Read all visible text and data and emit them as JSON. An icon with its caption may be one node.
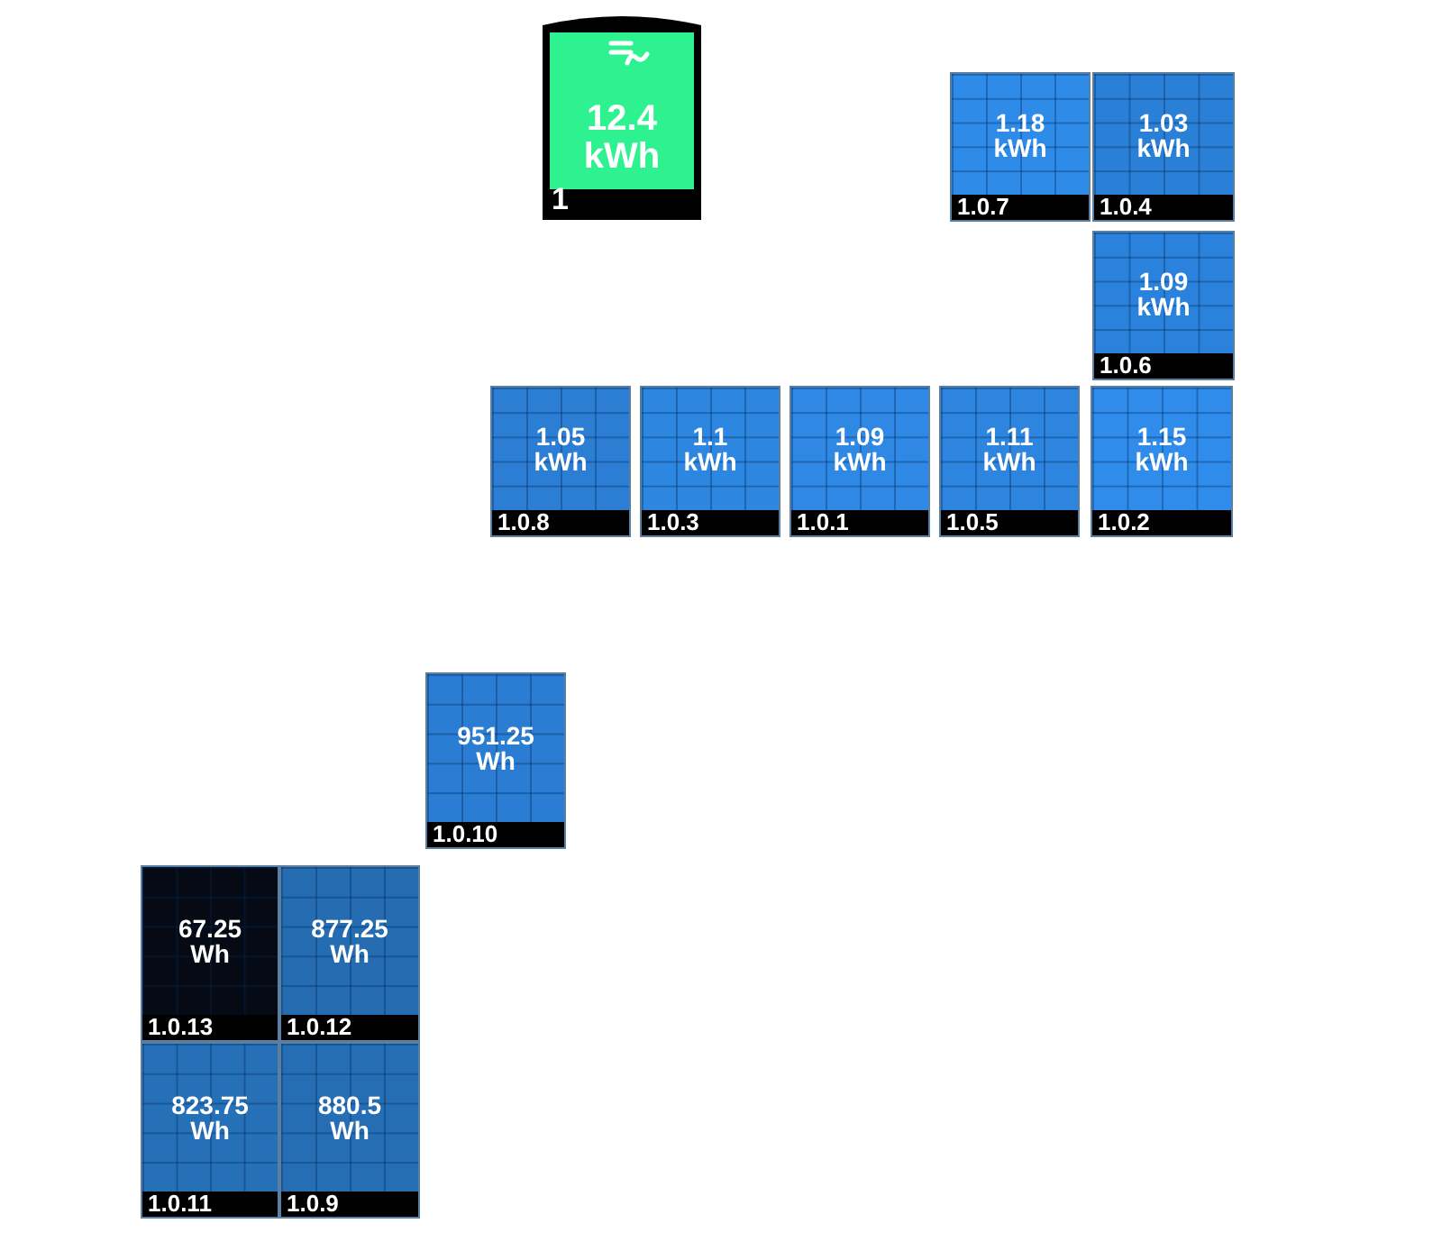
{
  "diagram": {
    "nodes": [
      {
        "text": [
          "12.4 kWh",
          "1"
        ]
      },
      {
        "text": [
          "1.18 kWh",
          "1.0.7"
        ]
      },
      {
        "text": [
          "1.03 kWh",
          "1.0.4"
        ]
      },
      {
        "text": [
          "1.09 kWh",
          "1.0.6"
        ]
      },
      {
        "text": [
          "1.05 kWh",
          "1.0.8"
        ]
      },
      {
        "text": [
          "1.1 kWh",
          "1.0.3"
        ]
      },
      {
        "text": [
          "1.09 kWh",
          "1.0.1"
        ]
      },
      {
        "text": [
          "1.11 kWh",
          "1.0.5"
        ]
      },
      {
        "text": [
          "1.15 kWh",
          "1.0.2"
        ]
      },
      {
        "text": [
          "951.25 Wh",
          "1.0.10"
        ]
      },
      {
        "text": [
          "67.25 Wh",
          "1.0.13"
        ]
      },
      {
        "text": [
          "877.25 Wh",
          "1.0.12"
        ]
      },
      {
        "text": [
          "823.75 Wh",
          "1.0.11"
        ]
      },
      {
        "text": [
          "880.5 Wh",
          "1.0.9"
        ]
      }
    ]
  }
}
